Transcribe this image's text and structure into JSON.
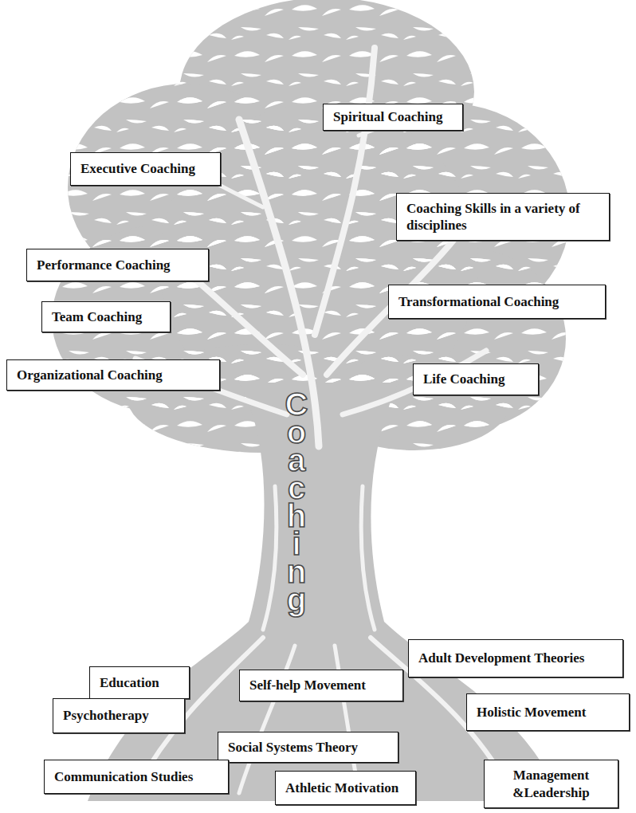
{
  "diagram": {
    "nodes": [
      {
        "text": [
          "Spiritual Coaching"
        ]
      },
      {
        "text": [
          "Executive Coaching"
        ]
      },
      {
        "text": [
          "Coaching Skills in a variety of disciplines"
        ]
      },
      {
        "text": [
          "Performance Coaching"
        ]
      },
      {
        "text": [
          "Transformational Coaching"
        ]
      },
      {
        "text": [
          "Team Coaching"
        ]
      },
      {
        "text": [
          "Organizational Coaching"
        ]
      },
      {
        "text": [
          "Life Coaching"
        ]
      },
      {
        "text": [
          "Adult Development Theories"
        ]
      },
      {
        "text": [
          "Education"
        ]
      },
      {
        "text": [
          "Self-help Movement"
        ]
      },
      {
        "text": [
          "Holistic Movement"
        ]
      },
      {
        "text": [
          "Psychotherapy"
        ]
      },
      {
        "text": [
          "Social Systems Theory"
        ]
      },
      {
        "text": [
          "Communication Studies"
        ]
      },
      {
        "text": [
          "Athletic Motivation"
        ]
      },
      {
        "text": [
          "Management &Leadership"
        ]
      }
    ],
    "labels": [
      "Coaching"
    ]
  }
}
